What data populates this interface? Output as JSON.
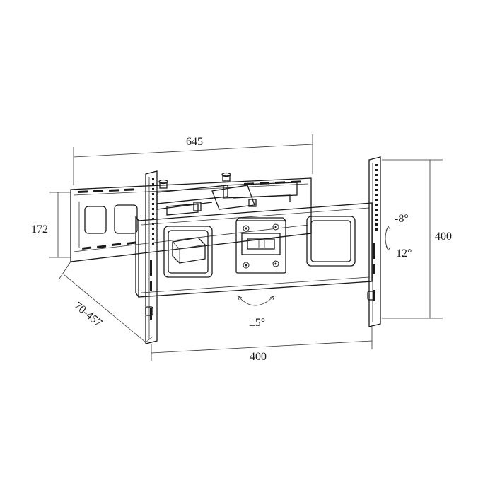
{
  "dimensions": {
    "wall_plate_width": "645",
    "wall_plate_height": "172",
    "extension": "70-457",
    "vesa_height": "400",
    "vesa_width": "400",
    "tilt_up": "-8°",
    "tilt_down": "12°",
    "swivel": "±5°"
  }
}
